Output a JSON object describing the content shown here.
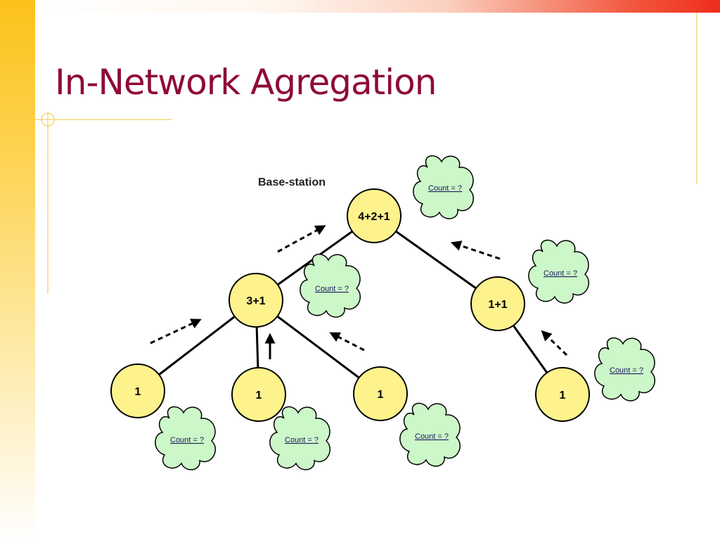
{
  "slide": {
    "title": "In-Network Agregation"
  },
  "diagram": {
    "base_station_label": "Base-station",
    "nodes": [
      {
        "id": "root",
        "label": "4+2+1"
      },
      {
        "id": "mid-left",
        "label": "3+1"
      },
      {
        "id": "mid-right",
        "label": "1+1"
      },
      {
        "id": "leaf-1",
        "label": "1"
      },
      {
        "id": "leaf-2",
        "label": "1"
      },
      {
        "id": "leaf-3",
        "label": "1"
      },
      {
        "id": "leaf-4",
        "label": "1"
      }
    ],
    "query_bubbles": [
      {
        "label": "Count = ?"
      },
      {
        "label": "Count = ?"
      },
      {
        "label": "Count = ?"
      },
      {
        "label": "Count = ?"
      },
      {
        "label": "Count = ?"
      },
      {
        "label": "Count = ?"
      },
      {
        "label": "Count = ?"
      }
    ],
    "colors": {
      "node_fill": "#fdf28c",
      "cloud_fill": "#ccf7c8",
      "title": "#8e0b3a",
      "accent_line": "#f2c640"
    }
  }
}
